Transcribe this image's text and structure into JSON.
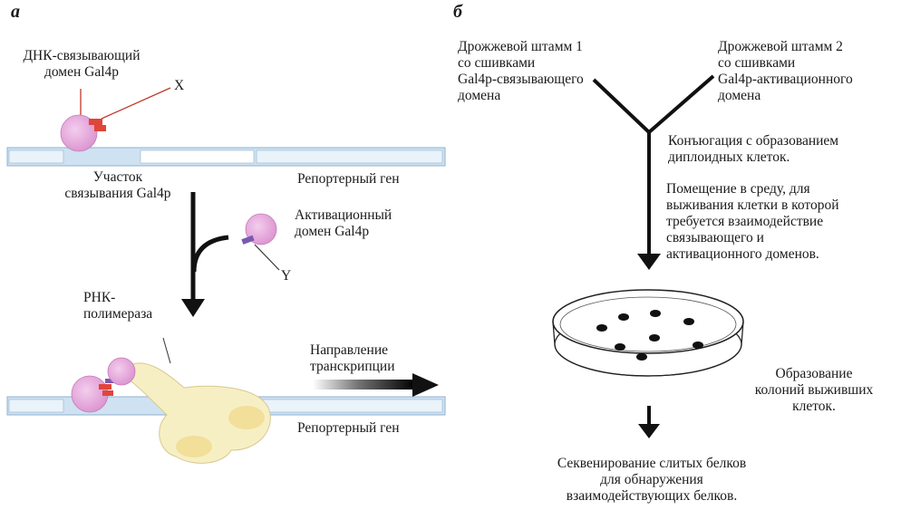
{
  "panel_a": {
    "letter": "а",
    "dna_binding_domain_line1": "ДНК-связывающий",
    "dna_binding_domain_line2": "домен Gal4p",
    "label_x": "X",
    "binding_site_line1": "Участок",
    "binding_site_line2": "связывания Gal4p",
    "reporter_gene_top": "Репортерный ген",
    "activation_domain_line1": "Активационный",
    "activation_domain_line2": "домен Gal4p",
    "label_y": "Y",
    "rna_pol_line1": "РНК-",
    "rna_pol_line2": "полимераза",
    "direction_line1": "Направление",
    "direction_line2": "транскрипции",
    "reporter_gene_bottom": "Репортерный ген"
  },
  "panel_b": {
    "letter": "б",
    "strain1": [
      "Дрожжевой штамм 1",
      "со сшивками",
      "Gal4p-связывающего",
      "домена"
    ],
    "strain2": [
      "Дрожжевой штамм 2",
      "со сшивками",
      "Gal4p-активационного",
      "домена"
    ],
    "conjugation": [
      "Конъюгация с образованием",
      "диплоидных клеток."
    ],
    "placement": [
      "Помещение в среду, для",
      "выживания клетки в которой",
      "требуется взаимодействие",
      "связывающего и",
      "активационного доменов."
    ],
    "colonies": [
      "Образование",
      "колоний выживших",
      "клеток."
    ],
    "sequencing": [
      "Секвенирование слитых белков",
      "для обнаружения",
      "взаимодействующих белков."
    ]
  },
  "colors": {
    "dna_blue": "#bcd6ea",
    "dna_edge": "#7fa6c7",
    "domain_pink": "#e3a6d9",
    "linker_red": "#e0453a",
    "linker_purple": "#7a5ab0",
    "polymerase": "#f6ecb7"
  }
}
